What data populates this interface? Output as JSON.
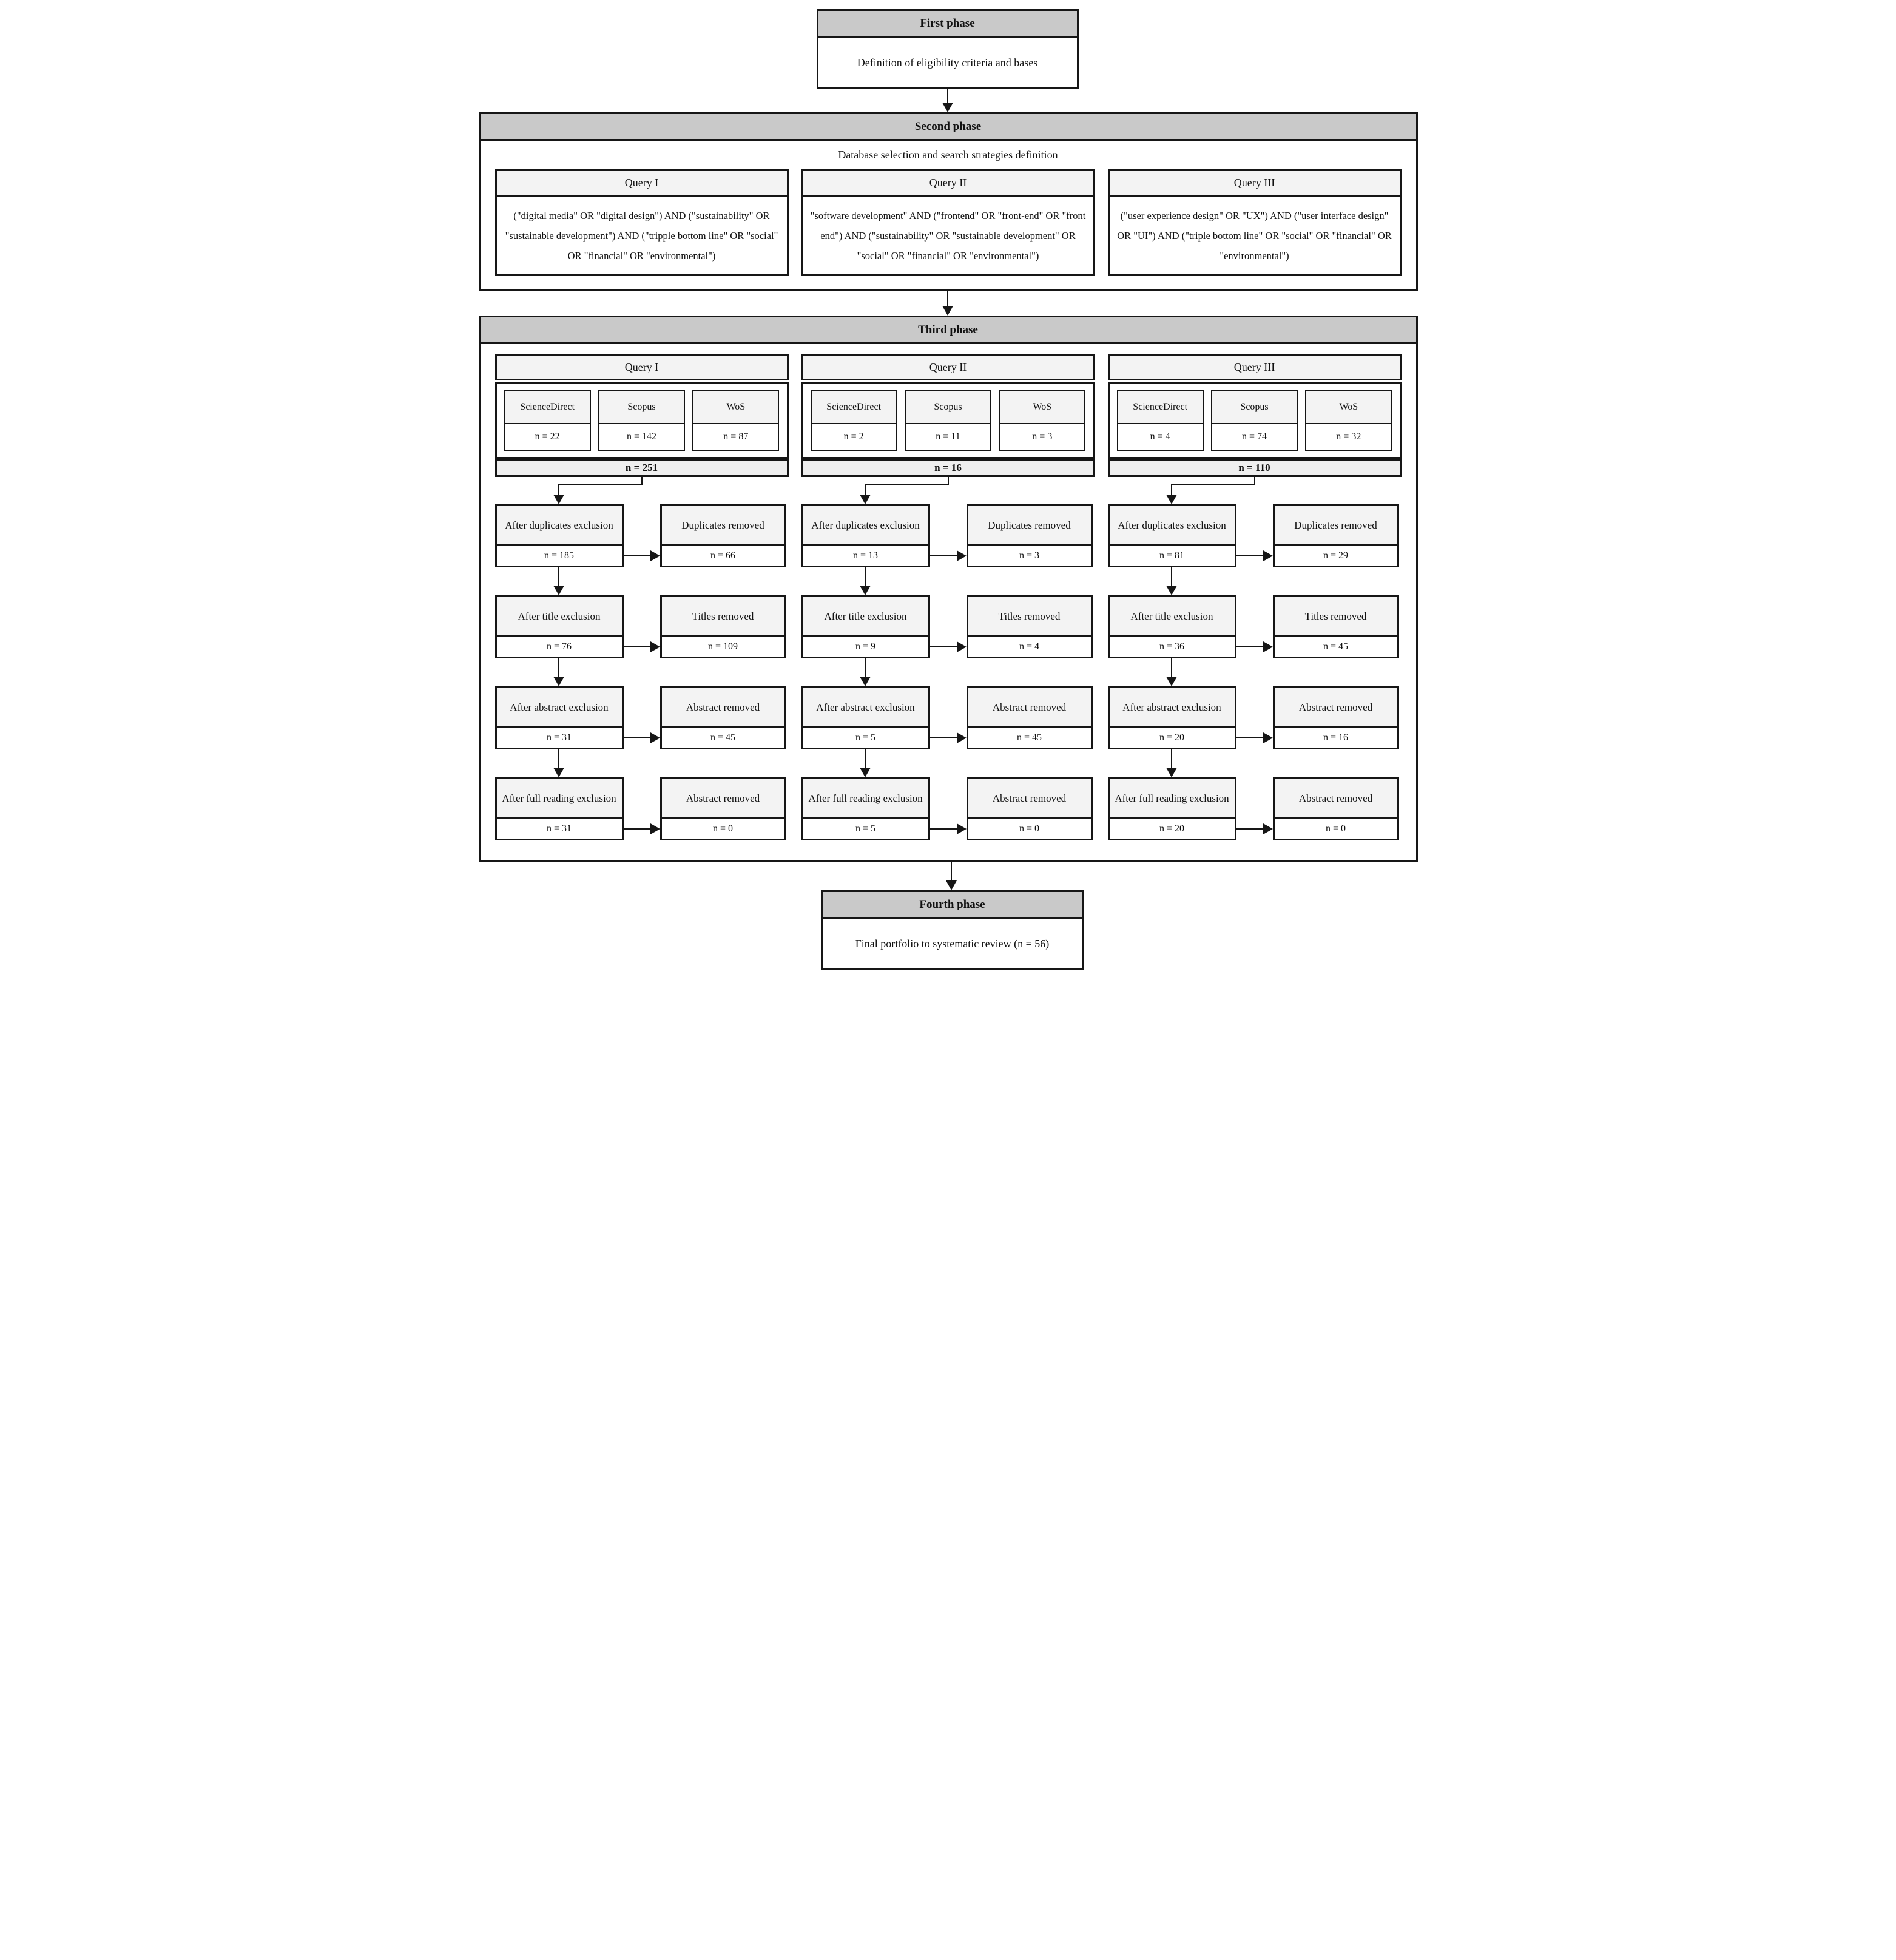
{
  "first_phase": {
    "title": "First phase",
    "body": "Definition of eligibility criteria and bases"
  },
  "second_phase": {
    "title": "Second phase",
    "subtitle": "Database selection and search strategies definition",
    "queries": [
      {
        "label": "Query I",
        "text": "(\"digital media\" OR \"digital design\") AND (\"sustainability\" OR \"sustainable development\") AND (\"tripple bottom line\" OR \"social\" OR \"financial\" OR \"environmental\")"
      },
      {
        "label": "Query II",
        "text": "\"software development\" AND (\"frontend\" OR \"front-end\" OR \"front end\") AND (\"sustainability\" OR \"sustainable development\" OR \"social\" OR \"financial\" OR \"environmental\")"
      },
      {
        "label": "Query III",
        "text": "(\"user experience design\" OR \"UX\") AND (\"user interface design\" OR \"UI\") AND (\"triple bottom line\" OR \"social\" OR \"financial\" OR \"environmental\")"
      }
    ]
  },
  "third_phase": {
    "title": "Third phase",
    "columns": [
      {
        "query_label": "Query I",
        "databases": [
          {
            "name": "ScienceDirect",
            "value": "n = 22"
          },
          {
            "name": "Scopus",
            "value": "n = 142"
          },
          {
            "name": "WoS",
            "value": "n = 87"
          }
        ],
        "total": "n = 251",
        "steps": [
          {
            "label": "After duplicates exclusion",
            "value": "n = 185",
            "removed_label": "Duplicates removed",
            "removed_value": "n = 66"
          },
          {
            "label": "After title exclusion",
            "value": "n = 76",
            "removed_label": "Titles removed",
            "removed_value": "n = 109"
          },
          {
            "label": "After abstract exclusion",
            "value": "n = 31",
            "removed_label": "Abstract removed",
            "removed_value": "n = 45"
          },
          {
            "label": "After full reading exclusion",
            "value": "n = 31",
            "removed_label": "Abstract removed",
            "removed_value": "n = 0"
          }
        ]
      },
      {
        "query_label": "Query II",
        "databases": [
          {
            "name": "ScienceDirect",
            "value": "n = 2"
          },
          {
            "name": "Scopus",
            "value": "n = 11"
          },
          {
            "name": "WoS",
            "value": "n = 3"
          }
        ],
        "total": "n = 16",
        "steps": [
          {
            "label": "After duplicates exclusion",
            "value": "n = 13",
            "removed_label": "Duplicates removed",
            "removed_value": "n = 3"
          },
          {
            "label": "After title exclusion",
            "value": "n = 9",
            "removed_label": "Titles removed",
            "removed_value": "n = 4"
          },
          {
            "label": "After abstract exclusion",
            "value": "n = 5",
            "removed_label": "Abstract removed",
            "removed_value": "n = 45"
          },
          {
            "label": "After full reading exclusion",
            "value": "n = 5",
            "removed_label": "Abstract removed",
            "removed_value": "n = 0"
          }
        ]
      },
      {
        "query_label": "Query III",
        "databases": [
          {
            "name": "ScienceDirect",
            "value": "n = 4"
          },
          {
            "name": "Scopus",
            "value": "n = 74"
          },
          {
            "name": "WoS",
            "value": "n = 32"
          }
        ],
        "total": "n = 110",
        "steps": [
          {
            "label": "After duplicates exclusion",
            "value": "n = 81",
            "removed_label": "Duplicates removed",
            "removed_value": "n = 29"
          },
          {
            "label": "After title exclusion",
            "value": "n = 36",
            "removed_label": "Titles removed",
            "removed_value": "n = 45"
          },
          {
            "label": "After abstract exclusion",
            "value": "n = 20",
            "removed_label": "Abstract removed",
            "removed_value": "n = 16"
          },
          {
            "label": "After full reading exclusion",
            "value": "n = 20",
            "removed_label": "Abstract removed",
            "removed_value": "n = 0"
          }
        ]
      }
    ]
  },
  "fourth_phase": {
    "title": "Fourth phase",
    "body": "Final portfolio to systematic review (n = 56)"
  },
  "colors": {
    "phase_header_bg": "#c9c9c9",
    "light_header_bg": "#f3f3f3",
    "border": "#161616"
  }
}
